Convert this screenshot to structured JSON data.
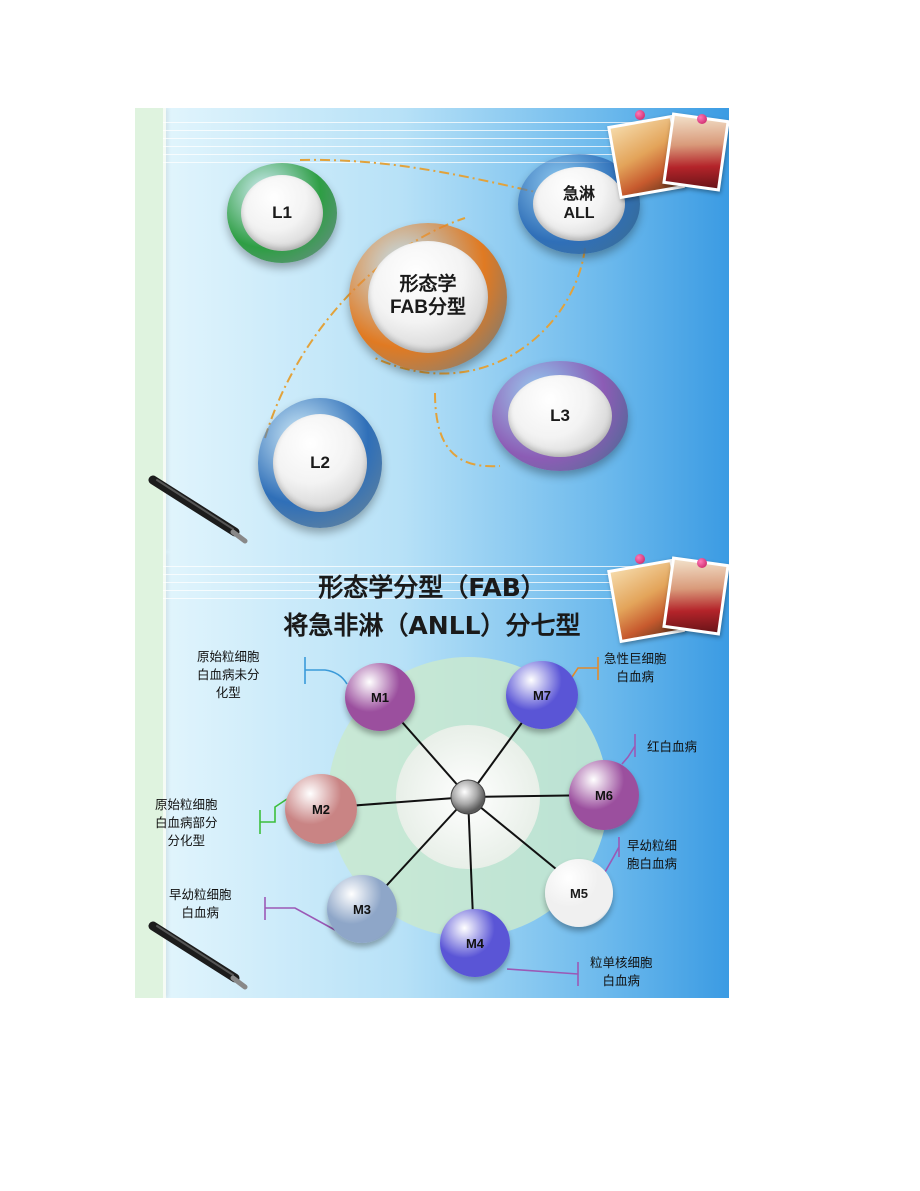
{
  "slide1": {
    "nodes": {
      "l1": "L1",
      "all_line1": "急淋",
      "all_line2": "ALL",
      "fab_line1": "形态学",
      "fab_line2": "FAB分型",
      "l3": "L3",
      "l2": "L2"
    },
    "ring_colors": {
      "l1": "#2e9e44",
      "all": "#2f6fb8",
      "fab": "#e07a22",
      "l3": "#8c5cb5",
      "l2": "#2f6fb8"
    },
    "connector_color": "#e2a23b"
  },
  "slide2": {
    "title_line1": "形态学分型（FAB）",
    "title_line2": "将急非淋（ANLL）分七型",
    "spheres": {
      "m1": "M1",
      "m2": "M2",
      "m3": "M3",
      "m4": "M4",
      "m5": "M5",
      "m6": "M6",
      "m7": "M7"
    },
    "labels": {
      "m1_line1": "原始粒细胞",
      "m1_line2": "白血病未分",
      "m1_line3": "化型",
      "m2_line1": "原始粒细胞",
      "m2_line2": "白血病部分",
      "m2_line3": "分化型",
      "m3_line1": "早幼粒细胞",
      "m3_line2": "白血病",
      "m4_line1": "粒单核细胞",
      "m4_line2": "白血病",
      "m5_line1": "早幼粒细",
      "m5_line2": "胞白血病",
      "m6_line1": "红白血病",
      "m7_line1": "急性巨细胞",
      "m7_line2": "白血病"
    },
    "sphere_colors": {
      "m1": "#9b4f9e",
      "m2": "#c98484",
      "m3": "#8ea6c8",
      "m4": "#5a55d6",
      "m5": "#f0f0f0",
      "m6": "#9b4f9e",
      "m7": "#5a55d6"
    }
  }
}
